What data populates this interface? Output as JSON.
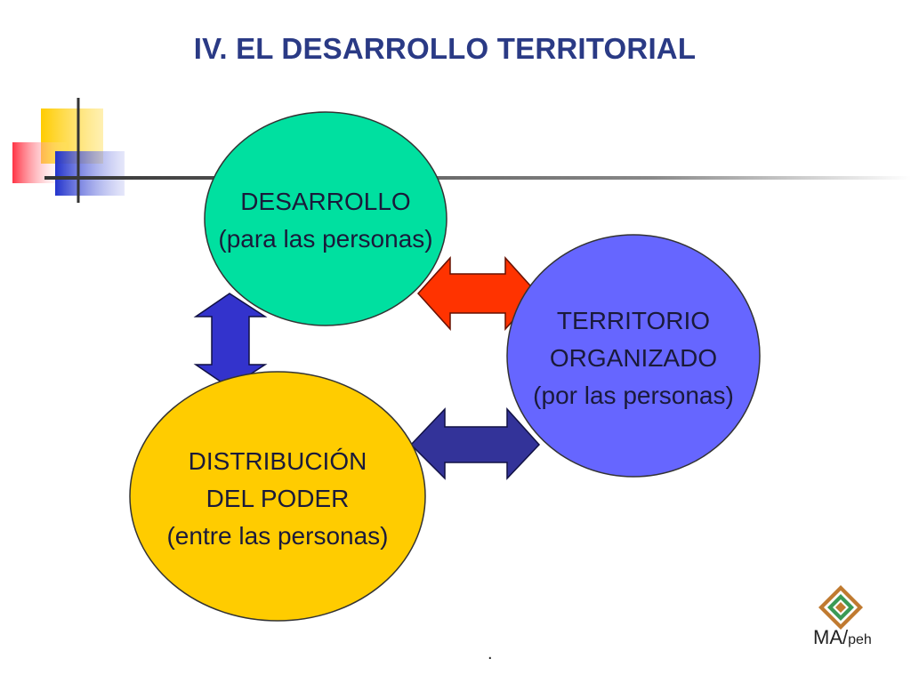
{
  "slide": {
    "title": "IV. EL DESARROLLO TERRITORIAL"
  },
  "nodes": {
    "desarrollo": {
      "line1": "DESARROLLO",
      "line2": "(para las personas)",
      "color": "#00e0a0"
    },
    "territorio": {
      "line1": "TERRITORIO",
      "line2": "ORGANIZADO",
      "line3": "(por las personas)",
      "color": "#6666ff"
    },
    "distribucion": {
      "line1": "DISTRIBUCIÓN",
      "line2": "DEL PODER",
      "line3": "(entre las personas)",
      "color": "#ffcc00"
    }
  },
  "arrows": {
    "desarrollo_territorio": {
      "color": "#ff3300",
      "direction": "horizontal"
    },
    "distribucion_territorio": {
      "color": "#333399",
      "direction": "horizontal"
    },
    "desarrollo_distribucion": {
      "color": "#3333cc",
      "direction": "vertical"
    }
  },
  "logo": {
    "main": "MA/",
    "sub": "peh"
  },
  "footer": {
    "mark": "."
  }
}
